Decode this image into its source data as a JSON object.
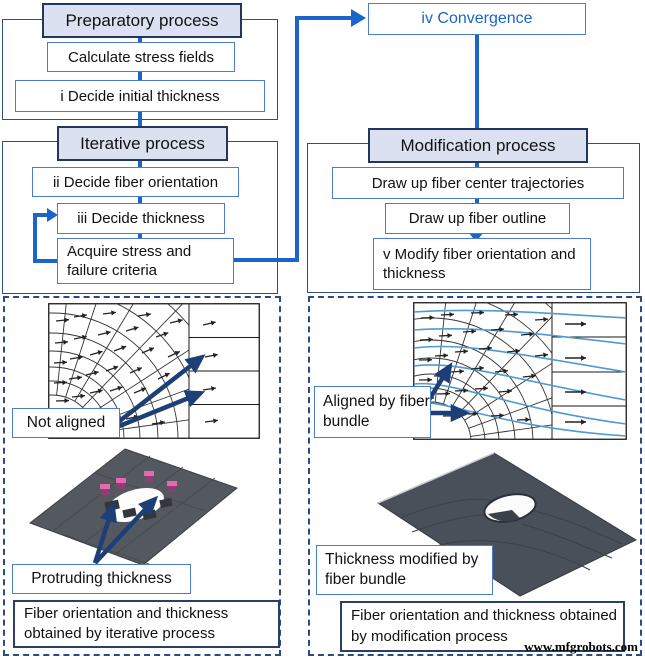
{
  "colors": {
    "connector_blue": "#1b64c8",
    "navy_arrow": "#1d3f77",
    "box_border_blue": "#4a7cc7",
    "header_fill": "#dbe1f1",
    "header_border": "#24365e",
    "container_border": "#2e4d85",
    "dashed_panel_border": "#2b4a86",
    "fiber_line_blue": "#4f9ad2",
    "plate_gray": "#4a5058",
    "protrusion_pink": "#e668b0",
    "convergence_text_blue": "#1b64c8"
  },
  "preparatory": {
    "title": "Preparatory process",
    "steps": [
      "Calculate stress fields",
      "i Decide initial thickness"
    ]
  },
  "iterative": {
    "title": "Iterative process",
    "steps": [
      "ii Decide fiber orientation",
      "iii Decide thickness",
      "Acquire stress and failure criteria"
    ]
  },
  "convergence": {
    "label": "iv Convergence"
  },
  "modification": {
    "title": "Modification process",
    "steps": [
      "Draw up fiber center trajectories",
      "Draw up fiber outline",
      "v Modify fiber orientation and thickness"
    ]
  },
  "left_panel": {
    "mesh_label": "Not aligned",
    "plate_label": "Protruding thickness",
    "caption": "Fiber orientation and thickness obtained by iterative process"
  },
  "right_panel": {
    "mesh_label": "Aligned by fiber bundle",
    "plate_label": "Thickness modified by fiber bundle",
    "caption": "Fiber orientation and thickness obtained by modification process"
  },
  "watermark": "www.mfgrobots.com"
}
